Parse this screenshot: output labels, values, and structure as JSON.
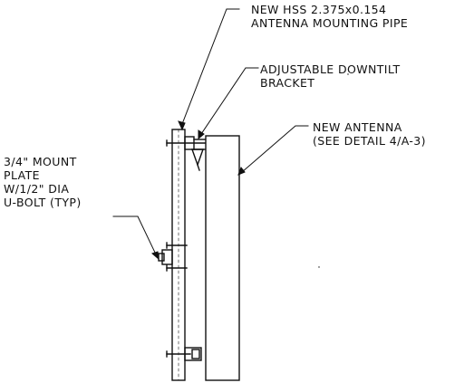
{
  "labels": {
    "pipe": {
      "line1": "NEW HSS 2.375x0.154",
      "line2": "ANTENNA MOUNTING PIPE"
    },
    "bracket": {
      "line1": "ADJUSTABLE DOWNTILT",
      "line2": "BRACKET"
    },
    "antenna": {
      "line1": "NEW ANTENNA",
      "line2": "(SEE DETAIL 4/A-3)"
    },
    "mount": {
      "line1": "3/4\" MOUNT",
      "line2": "PLATE",
      "line3": "W/1/2\" DIA",
      "line4": "U-BOLT (TYP)"
    }
  },
  "colors": {
    "ink": "#111111",
    "background": "#ffffff"
  }
}
